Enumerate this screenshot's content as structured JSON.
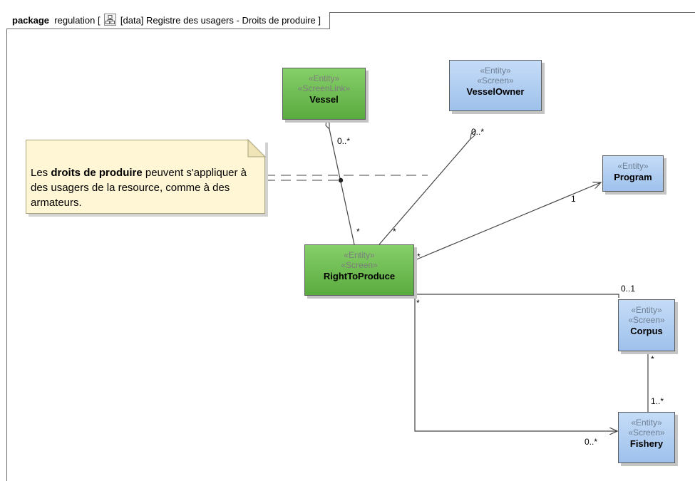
{
  "frame": {
    "keyword": "package",
    "name": "regulation",
    "bracket_open": "[",
    "diagram_kind": "[data]",
    "title": "Registre des usagers - Droits de produire",
    "bracket_close": "]",
    "icon": "class-diagram-icon"
  },
  "classes": {
    "vessel": {
      "stereotypes": [
        "«Entity»",
        "«ScreenLink»"
      ],
      "name": "Vessel",
      "color": "#6cbd50"
    },
    "vessel_owner": {
      "stereotypes": [
        "«Entity»",
        "«Screen»"
      ],
      "name": "VesselOwner",
      "color": "#b2cff2"
    },
    "program": {
      "stereotypes": [
        "«Entity»"
      ],
      "name": "Program",
      "color": "#b2cff2"
    },
    "right_to_produce": {
      "stereotypes": [
        "«Entity»",
        "«Screen»"
      ],
      "name": "RightToProduce",
      "color": "#6cbd50"
    },
    "corpus": {
      "stereotypes": [
        "«Entity»",
        "«Screen»"
      ],
      "name": "Corpus",
      "color": "#b2cff2"
    },
    "fishery": {
      "stereotypes": [
        "«Entity»",
        "«Screen»"
      ],
      "name": "Fishery",
      "color": "#b2cff2"
    }
  },
  "note": {
    "text_pre": "Les ",
    "text_bold": "droits de produire",
    "text_post": " peuvent s'appliquer à des usagers de la resource, comme à des armateurs."
  },
  "multiplicities": {
    "vessel_end": "0..*",
    "vessel_rtp_end": "*",
    "owner_end": "0..*",
    "owner_rtp_end": "*",
    "program_end": "1",
    "program_rtp_end": "*",
    "corpus_end": "0..1",
    "corpus_rtp_end": "*",
    "corpus_fishery_top": "*",
    "corpus_fishery_bottom": "1..*",
    "fishery_end": "0..*"
  }
}
